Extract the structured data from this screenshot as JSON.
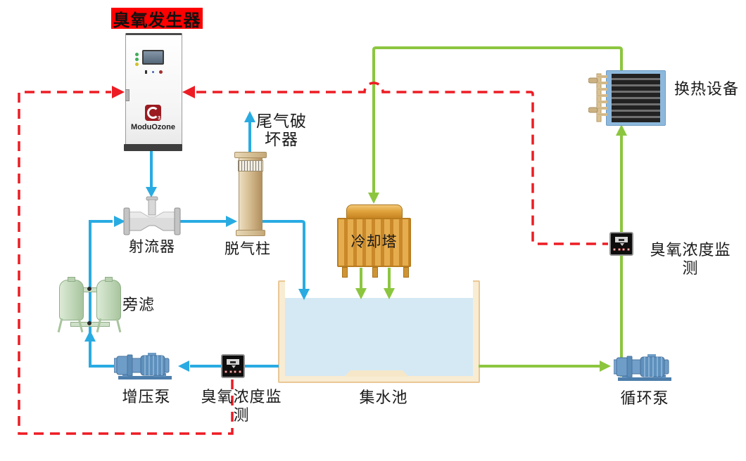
{
  "generator": {
    "label": "臭氧发生器",
    "brand": "ModuOzone"
  },
  "components": {
    "ejector": "射流器",
    "degassing_column": "脱气柱",
    "tail_gas_destroyer": "尾气破坏器",
    "side_filter": "旁滤",
    "booster_pump": "增压泵",
    "monitor_left": "臭氧浓度监测",
    "sump": "集水池",
    "cooling_tower": "冷却塔",
    "circulation_pump": "循环泵",
    "heat_exchanger": "换热设备",
    "monitor_right": "臭氧浓度监测"
  },
  "colors": {
    "water_line": "#29abe2",
    "cooling_line": "#8cc63f",
    "signal_line": "#ed1c24",
    "generator_label_bg": "#ff0000",
    "tower_body": "#d89a3e",
    "sump_wall": "#f8ecd2",
    "water_fill": "#d4e9f4",
    "filter_tank": "#c2d8ba",
    "pump_blue": "#5e90bd",
    "exchanger_frame": "#8db8dc"
  }
}
